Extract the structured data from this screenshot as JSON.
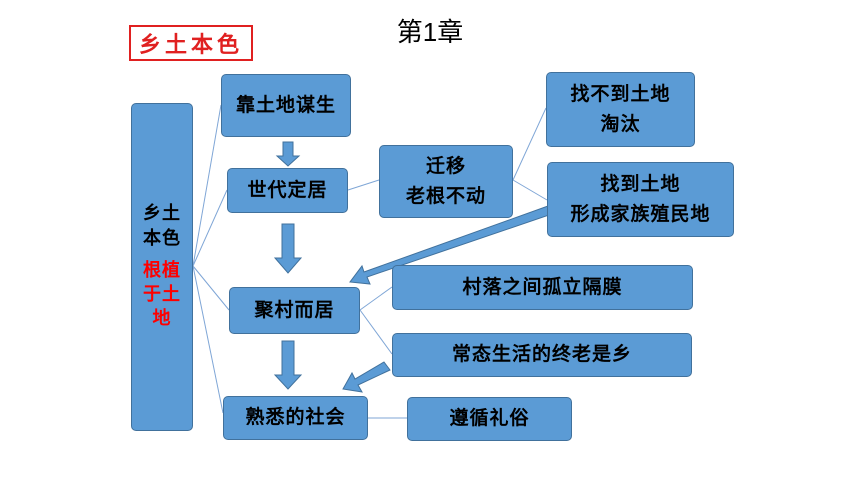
{
  "chapter_title": "第1章",
  "topic_label": "乡土本色",
  "colors": {
    "box_fill": "#5b9bd5",
    "box_border": "#41719c",
    "accent_red": "#ff0000",
    "connector": "#7fa6d6"
  },
  "nodes": {
    "root": {
      "line1": "乡土",
      "line2": "本色",
      "red1": "根植",
      "red2": "于土",
      "red3": "地"
    },
    "farming": {
      "label": "靠土地谋生"
    },
    "settled": {
      "label": "世代定居"
    },
    "village": {
      "label": "聚村而居"
    },
    "familiar": {
      "label": "熟悉的社会"
    },
    "migrate": {
      "line1": "迁移",
      "line2": "老根不动"
    },
    "no_land": {
      "line1": "找不到土地",
      "line2": "淘汰"
    },
    "found_land": {
      "line1": "找到土地",
      "line2": "形成家族殖民地"
    },
    "isolation": {
      "label": "村落之间孤立隔膜"
    },
    "lifelong": {
      "label": "常态生活的终老是乡"
    },
    "custom": {
      "label": "遵循礼俗"
    }
  }
}
